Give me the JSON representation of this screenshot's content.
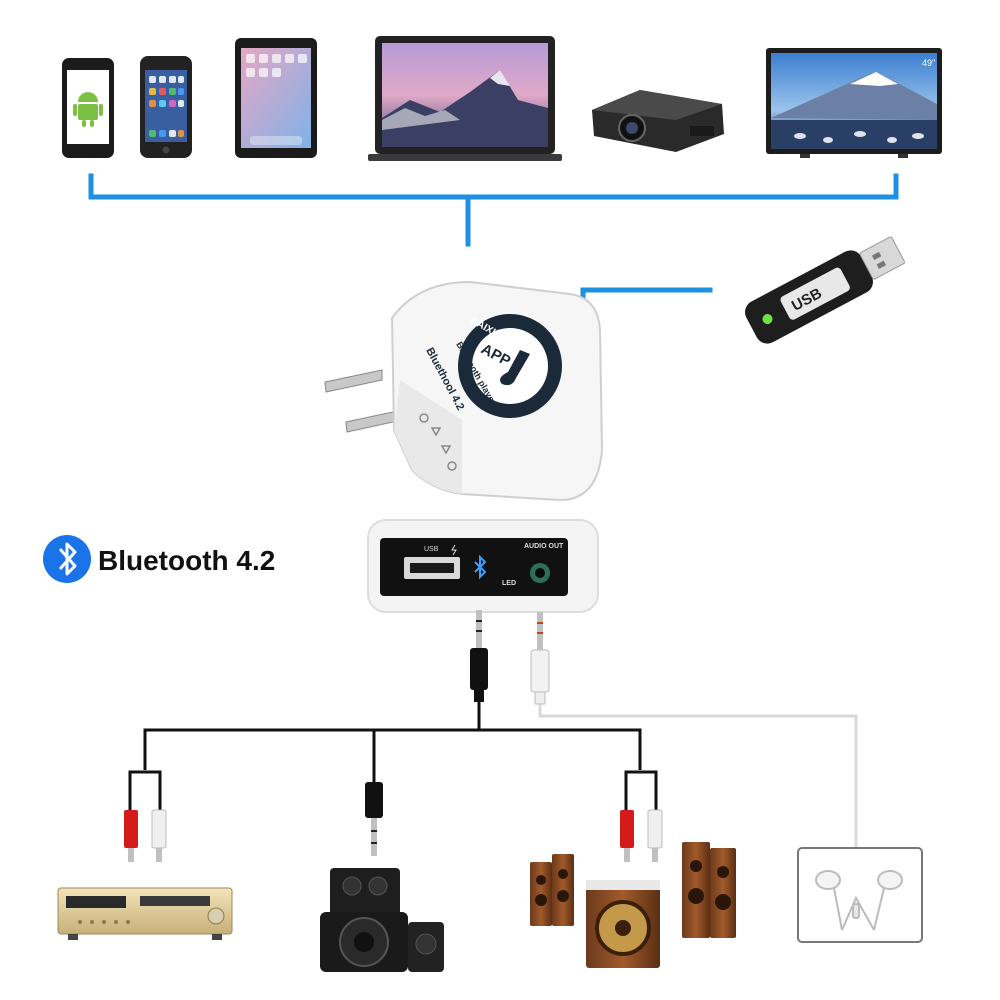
{
  "heading": {
    "label": "Bluetooth 4.2",
    "icon": "bluetooth-icon",
    "badge_color": "#1a73e8"
  },
  "colors": {
    "connector_line": "#1e90e0",
    "cable_black": "#111111",
    "cable_white": "#d8d8d8",
    "rca_red": "#d41a1a",
    "adapter_body": "#f6f6f6",
    "panel": "#111111"
  },
  "sources": [
    {
      "name": "android-phone",
      "icon": "android-icon"
    },
    {
      "name": "smartphone",
      "icon": "phone-icon"
    },
    {
      "name": "tablet",
      "icon": "tablet-icon"
    },
    {
      "name": "laptop",
      "icon": "laptop-icon"
    },
    {
      "name": "projector",
      "icon": "projector-icon"
    },
    {
      "name": "television",
      "icon": "tv-icon",
      "screen_label": "49\""
    }
  ],
  "usb_stick": {
    "label": "USB"
  },
  "adapter": {
    "brand": "BAIXING",
    "logo_text": "APP",
    "subtitle": "Bluetooth player",
    "model": "Bluethool 4.2"
  },
  "panel": {
    "usb_label": "USB",
    "audio_out_label": "AUDIO OUT",
    "led_label": "LED"
  },
  "outputs": [
    {
      "name": "av-receiver",
      "icon": "amplifier-icon",
      "connector": "rca"
    },
    {
      "name": "computer-speakers",
      "icon": "speaker-icon",
      "connector": "3.5mm"
    },
    {
      "name": "home-theater-speakers",
      "icon": "speaker-set-icon",
      "connector": "rca"
    },
    {
      "name": "earphones",
      "icon": "earphones-icon",
      "connector": "3.5mm"
    }
  ]
}
